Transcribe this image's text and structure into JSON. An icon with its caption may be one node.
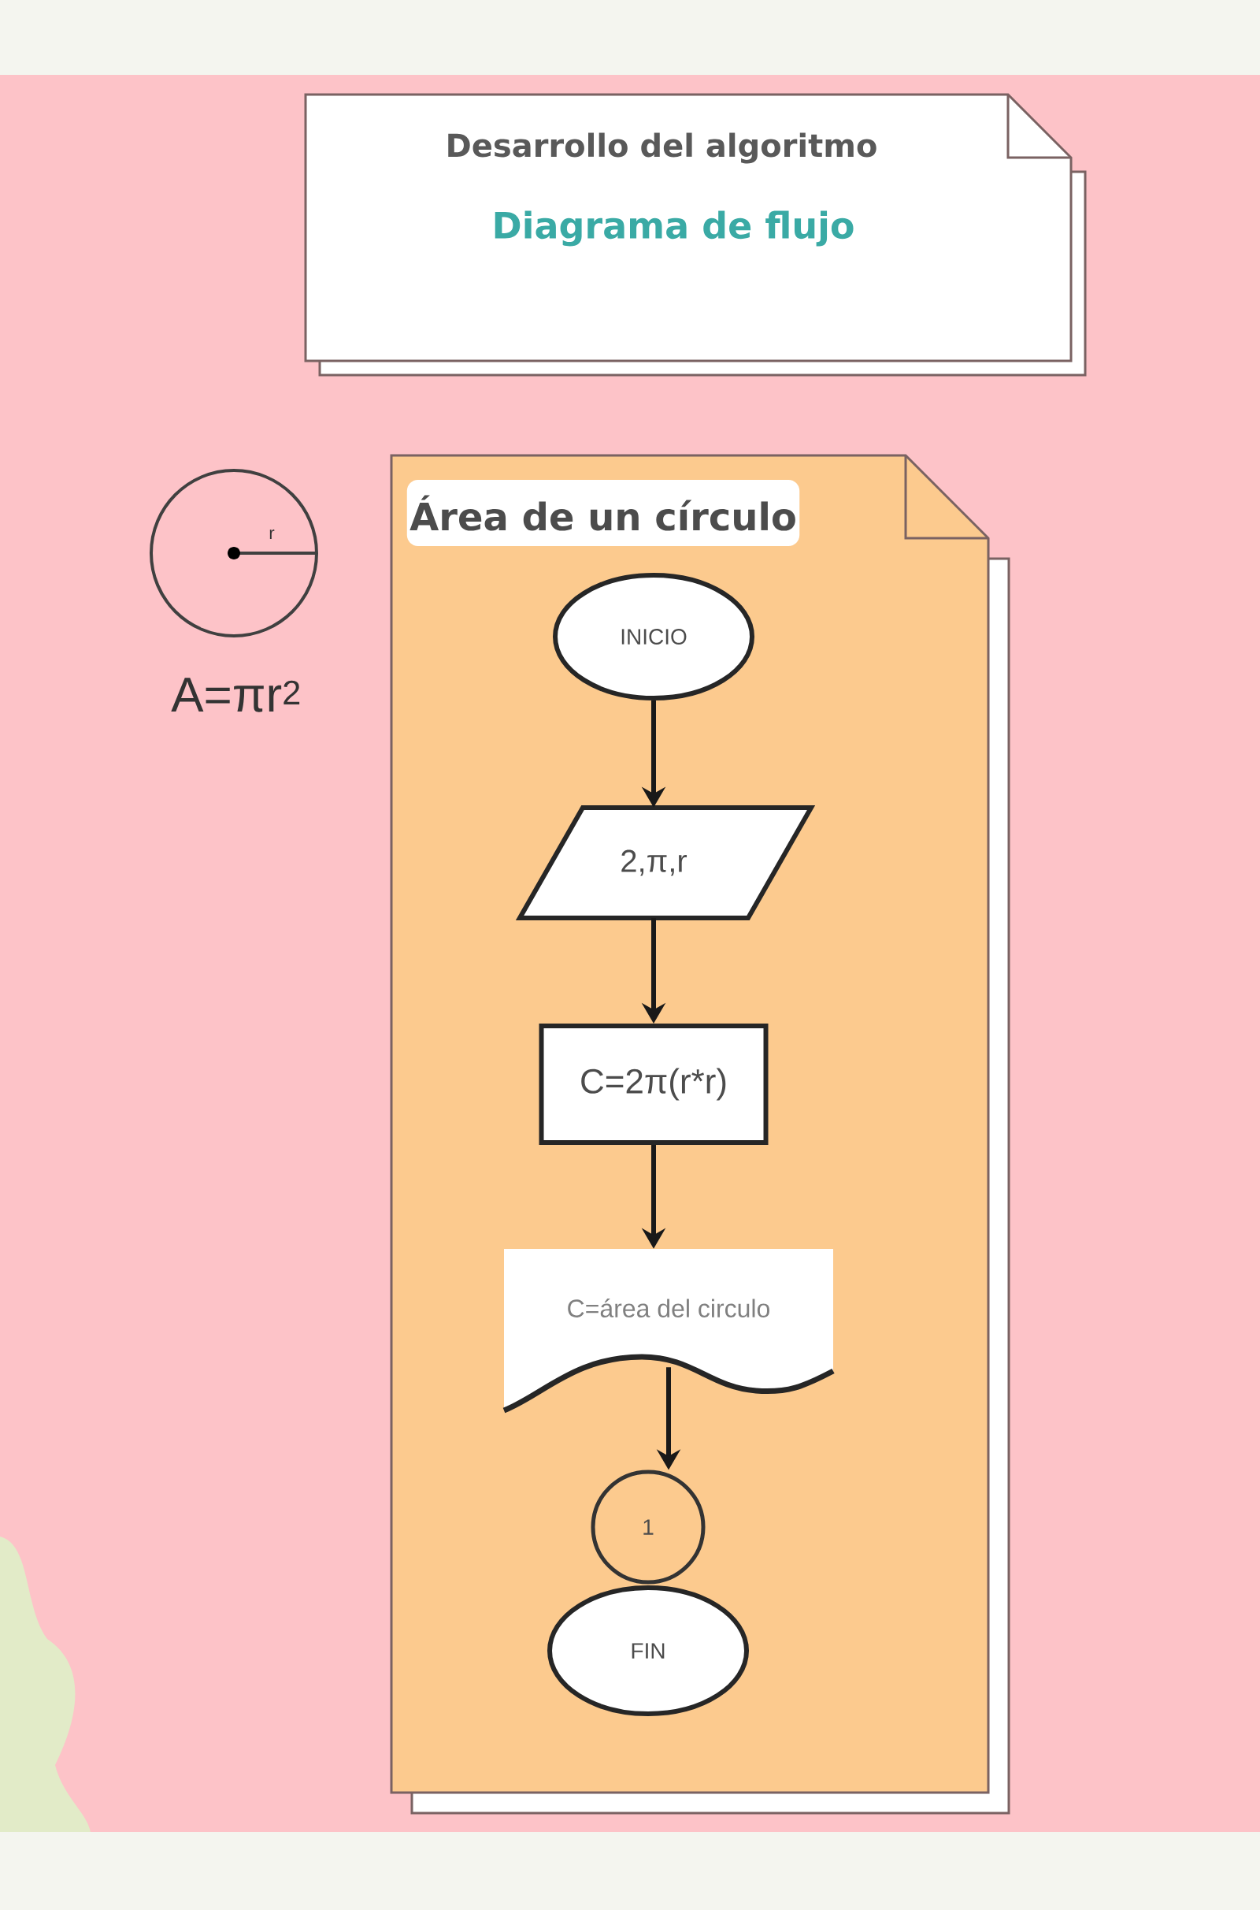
{
  "diagram": {
    "nodes": [
      {
        "text": [
          "Desarrollo del algoritmo",
          "Diagrama de flujo"
        ]
      },
      {
        "text": [
          "Área de un círculo"
        ]
      },
      {
        "text": [
          "INICIO"
        ],
        "in": 1
      },
      {
        "text": [
          "2,π,r"
        ],
        "in": 1
      },
      {
        "text": [
          "C=2π(r*r)"
        ],
        "in": 1
      },
      {
        "text": [
          "C=área del circulo"
        ],
        "in": 1
      },
      {
        "text": [
          "1"
        ],
        "in": 1
      },
      {
        "text": [
          "FIN"
        ],
        "in": 1
      }
    ],
    "edges": [
      {
        "from": 2,
        "to": 3,
        "arrow": "to"
      },
      {
        "from": 3,
        "to": 4,
        "arrow": "to"
      },
      {
        "from": 4,
        "to": 5,
        "arrow": "to"
      },
      {
        "from": 5,
        "to": 6,
        "arrow": "to"
      }
    ],
    "labels": [
      "r",
      "A=πr$^{2}$"
    ]
  }
}
